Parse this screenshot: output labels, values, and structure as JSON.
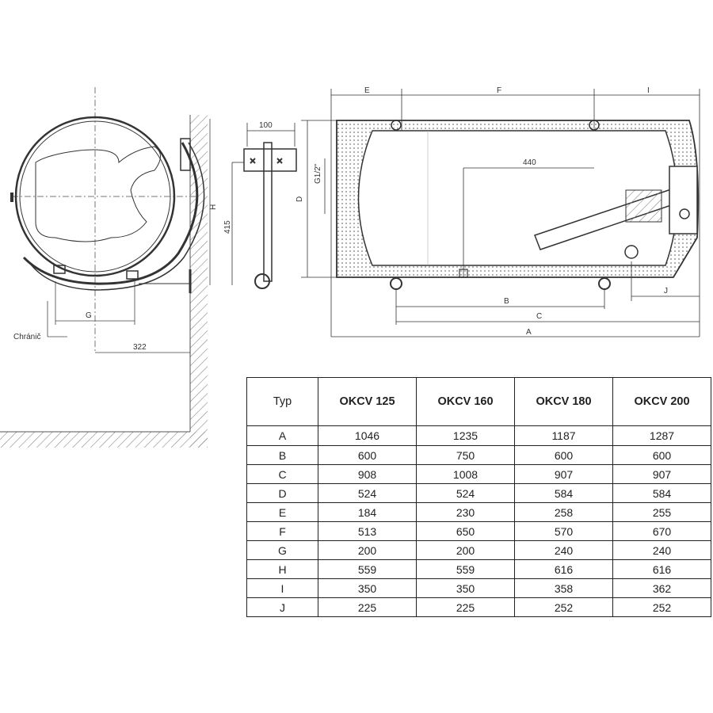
{
  "drawing": {
    "labels": {
      "chranic": "Chránič",
      "g_left": "G",
      "h_left": "H",
      "dim_322": "322",
      "dim_100": "100",
      "dim_415": "415",
      "d": "D",
      "g12": "G1/2\"",
      "e": "E",
      "f": "F",
      "i": "I",
      "dim_440": "440",
      "b": "B",
      "c": "C",
      "a": "A",
      "j": "J"
    }
  },
  "table": {
    "corner": "Typ",
    "columns": [
      "OKCV 125",
      "OKCV 160",
      "OKCV 180",
      "OKCV 200"
    ],
    "rows": [
      {
        "label": "A",
        "values": [
          "1046",
          "1235",
          "1187",
          "1287"
        ]
      },
      {
        "label": "B",
        "values": [
          "600",
          "750",
          "600",
          "600"
        ]
      },
      {
        "label": "C",
        "values": [
          "908",
          "1008",
          "907",
          "907"
        ]
      },
      {
        "label": "D",
        "values": [
          "524",
          "524",
          "584",
          "584"
        ]
      },
      {
        "label": "E",
        "values": [
          "184",
          "230",
          "258",
          "255"
        ]
      },
      {
        "label": "F",
        "values": [
          "513",
          "650",
          "570",
          "670"
        ]
      },
      {
        "label": "G",
        "values": [
          "200",
          "200",
          "240",
          "240"
        ]
      },
      {
        "label": "H",
        "values": [
          "559",
          "559",
          "616",
          "616"
        ]
      },
      {
        "label": "I",
        "values": [
          "350",
          "350",
          "358",
          "362"
        ]
      },
      {
        "label": "J",
        "values": [
          "225",
          "225",
          "252",
          "252"
        ]
      }
    ]
  }
}
